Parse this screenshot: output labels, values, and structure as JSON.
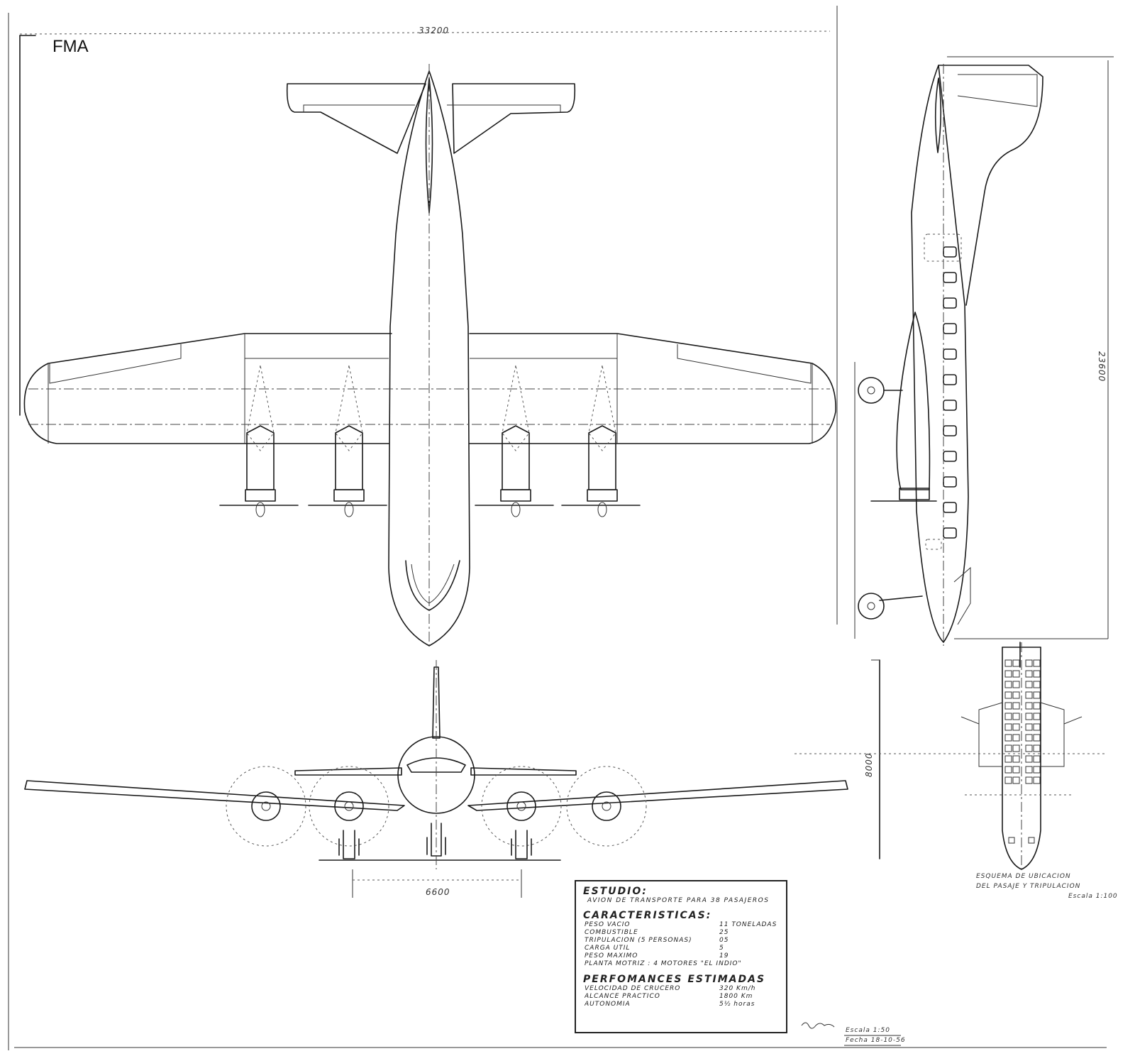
{
  "logo": "FMA",
  "dimensions": {
    "wingspan": "33200",
    "length": "23600",
    "height": "8000",
    "track": "6600"
  },
  "spec": {
    "study_title": "ESTUDIO:",
    "study_subtitle": "AVION DE TRANSPORTE PARA 38 PASAJEROS",
    "characteristics_title": "CARACTERISTICAS:",
    "rows": [
      {
        "label": "PESO VACIO",
        "value": "11 TONELADAS"
      },
      {
        "label": "COMBUSTIBLE",
        "value": "25"
      },
      {
        "label": "TRIPULACION (5 PERSONAS)",
        "value": "05"
      },
      {
        "label": "CARGA UTIL",
        "value": "5"
      },
      {
        "label": "PESO MAXIMO",
        "value": "19"
      }
    ],
    "powerplant": "PLANTA MOTRIZ : 4 MOTORES \"EL INDIO\"",
    "performance_title": "PERFOMANCES ESTIMADAS",
    "performance_rows": [
      {
        "label": "VELOCIDAD DE CRUCERO",
        "value": "320 Km/h"
      },
      {
        "label": "ALCANCE PRACTICO",
        "value": "1800 Km"
      },
      {
        "label": "AUTONOMIA",
        "value": "5½ horas"
      }
    ]
  },
  "seating_note": {
    "line1": "ESQUEMA DE UBICACION",
    "line2": "DEL PASAJE Y TRIPULACION",
    "scale": "Escala 1:100"
  },
  "footer": {
    "scale": "Escala 1:50",
    "date": "Fecha 18-10-56"
  }
}
